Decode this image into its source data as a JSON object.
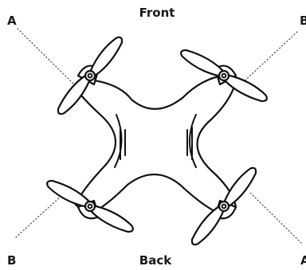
{
  "labels": {
    "front": "Front",
    "back": "Back",
    "top_left": "A",
    "top_right": "B",
    "bottom_left": "B",
    "bottom_right": "A"
  }
}
